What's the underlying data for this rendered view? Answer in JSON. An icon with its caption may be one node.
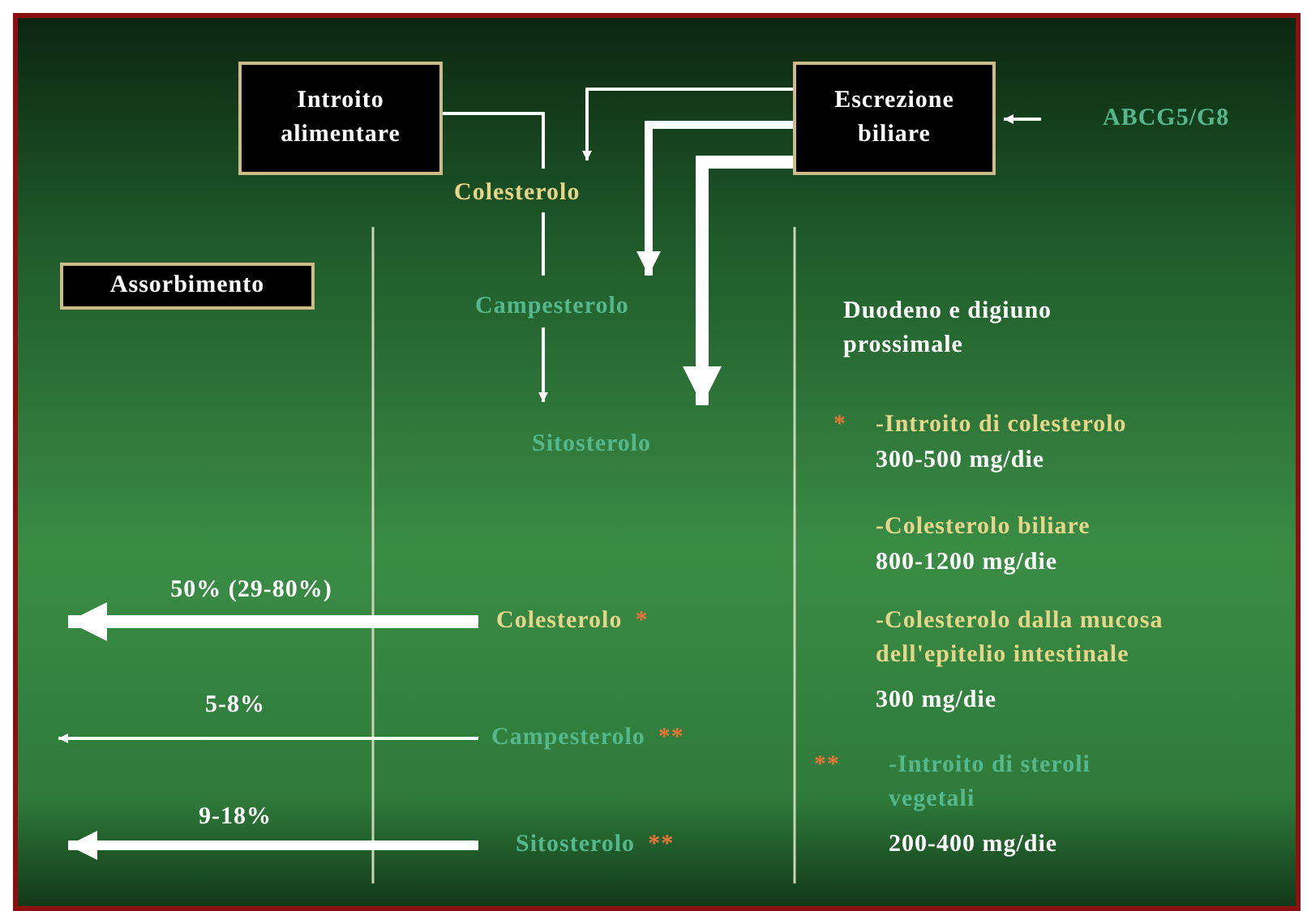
{
  "diagram": {
    "nodes": [
      {
        "text": [
          "Introito alimentare"
        ]
      },
      {
        "text": [
          "Escrezione biliare"
        ]
      },
      {
        "text": [
          "Colesterolo"
        ]
      },
      {
        "text": [
          "Campesterolo"
        ]
      },
      {
        "text": [
          "Sitosterolo"
        ]
      },
      {
        "text": [
          "ABCG5/G8"
        ]
      },
      {
        "text": [
          "Assorbimento"
        ]
      },
      {
        "text": [
          "Colesterolo"
        ],
        "beside": [
          "*"
        ]
      },
      {
        "text": [
          "Campesterolo"
        ],
        "beside": [
          "**"
        ]
      },
      {
        "text": [
          "Sitosterolo"
        ],
        "beside": [
          "**"
        ]
      }
    ],
    "edges": [
      {
        "from": 0,
        "to": 2,
        "arrow": "none"
      },
      {
        "from": 1,
        "to": 2,
        "arrow": "to"
      },
      {
        "from": 1,
        "to": 3,
        "arrow": "to",
        "style": "thick"
      },
      {
        "from": 1,
        "to": 4,
        "arrow": "to",
        "style": "thick"
      },
      {
        "from": 2,
        "to": 3,
        "arrow": "none"
      },
      {
        "from": 3,
        "to": 4,
        "arrow": "to"
      },
      {
        "from": 5,
        "to": 1,
        "arrow": "to"
      },
      {
        "from": 7,
        "to": null,
        "arrow": "to",
        "label": "50% (29-80%)",
        "style": "thick"
      },
      {
        "from": 8,
        "to": null,
        "arrow": "to",
        "label": "5-8%"
      },
      {
        "from": 9,
        "to": null,
        "arrow": "to",
        "label": "9-18%",
        "style": "thick"
      }
    ],
    "labels": [
      "Duodeno e digiuno prossimale",
      "*",
      "-Introito di colesterolo",
      "300-500 mg/die",
      "-Colesterolo biliare",
      "800-1200 mg/die",
      "-Colesterolo dalla mucosa dell'epitelio intestinale",
      "300 mg/die",
      "**",
      "-Introito di steroli vegetali",
      "200-400 mg/die"
    ]
  }
}
